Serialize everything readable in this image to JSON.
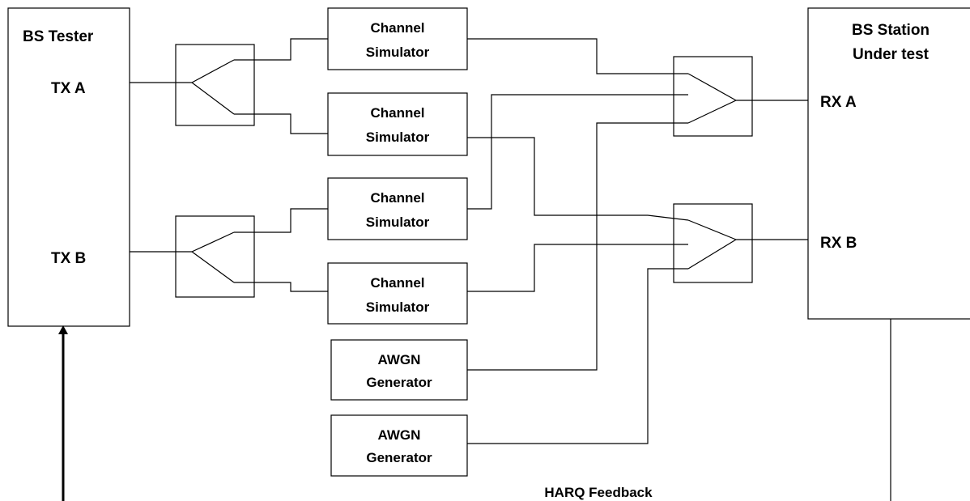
{
  "tester": {
    "title": "BS Tester",
    "tx_a": "TX A",
    "tx_b": "TX B"
  },
  "station": {
    "title_line1": "BS Station",
    "title_line2": "Under test",
    "rx_a": "RX A",
    "rx_b": "RX B"
  },
  "channel_simulators": [
    {
      "line1": "Channel",
      "line2": "Simulator"
    },
    {
      "line1": "Channel",
      "line2": "Simulator"
    },
    {
      "line1": "Channel",
      "line2": "Simulator"
    },
    {
      "line1": "Channel",
      "line2": "Simulator"
    }
  ],
  "awgn_generators": [
    {
      "line1": "AWGN",
      "line2": "Generator"
    },
    {
      "line1": "AWGN",
      "line2": "Generator"
    }
  ],
  "feedback_label": "HARQ Feedback"
}
